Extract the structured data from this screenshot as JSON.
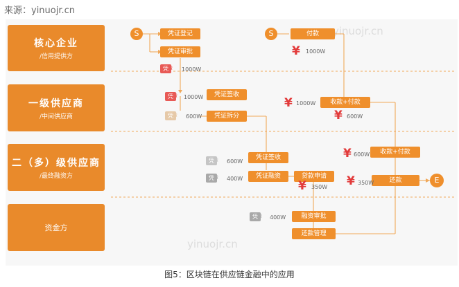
{
  "source_label": "来源：yinuojr.cn",
  "watermark": "yinuojr.cn",
  "lanes": [
    {
      "title": "核心企业",
      "subtitle": "/信用提供方"
    },
    {
      "title": "一级供应商",
      "subtitle": "/中间供应商"
    },
    {
      "title": "二（多）级供应商",
      "subtitle": "/最终融资方"
    },
    {
      "title": "资金方",
      "subtitle": ""
    }
  ],
  "nodes": {
    "start1": "S",
    "start2": "S",
    "end": "E",
    "voucher_register": "凭证登记",
    "voucher_approve": "凭证审批",
    "payment": "付款",
    "voucher_receive_1": "凭证签收",
    "voucher_split": "凭证拆分",
    "receive_pay_1": "收款+付款",
    "voucher_receive_2": "凭证签收",
    "voucher_finance": "凭证融资",
    "loan_apply": "贷款申请",
    "receive_pay_2": "收款+付款",
    "repay": "还款",
    "finance_approve": "融资审批",
    "repay_manage": "还款管理"
  },
  "amounts": {
    "a1000_top": "1000W",
    "a1000_approve": "1000W",
    "a1000_sign": "1000W",
    "a1000_mid": "1000W",
    "a600_split": "600W",
    "a600_receive": "600W",
    "a600_right": "600W",
    "a600_lane3": "600W",
    "a400_lane3": "400W",
    "a350_loan": "350W",
    "a350_right": "350W",
    "a400_fund": "400W"
  },
  "voucher_char": "凭",
  "yen_char": "¥",
  "caption": "图5：区块链在供应链金融中的应用",
  "colors": {
    "orange": "#e98a2b",
    "box": "#ef8f2c",
    "red": "#e23a3a",
    "dashed": "#f0a85a"
  }
}
